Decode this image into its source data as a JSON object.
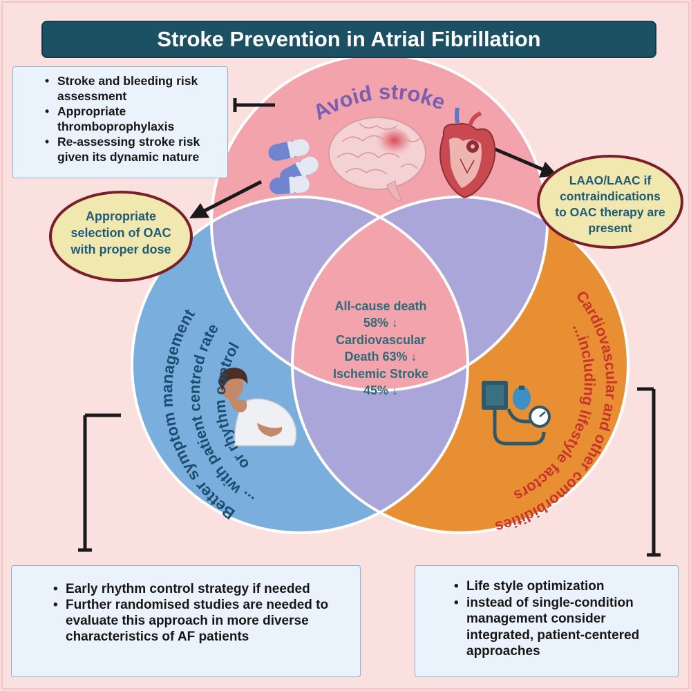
{
  "title": "Stroke Prevention in Atrial Fibrillation",
  "circles": {
    "top_label": "Avoid stroke",
    "left_label_line1": "Better symptom management",
    "left_label_line2": "... with patient centred rate",
    "left_label_line3": "or rhythm control",
    "right_label_line1": "Cardiovascular and other comorbidities",
    "right_label_line2": "...including lifestyle factors"
  },
  "center": {
    "lines": [
      "All-cause death",
      "58% ↓",
      "Cardiovascular",
      "Death 63% ↓",
      "Ischemic Stroke",
      "45% ↓"
    ]
  },
  "callouts": {
    "oac": [
      "Appropriate",
      "selection of OAC",
      "with  proper dose"
    ],
    "laao": [
      "LAAO/LAAC if",
      "contraindications",
      "to OAC therapy are",
      "present"
    ]
  },
  "boxes": {
    "top": [
      "Stroke and bleeding risk assessment",
      "Appropriate thromboprophylaxis",
      "Re-assessing stroke risk given its dynamic nature"
    ],
    "bottom_left": [
      "Early rhythm control strategy if needed",
      "Further randomised studies are needed to evaluate this approach in more diverse characteristics of AF patients"
    ],
    "bottom_right": [
      "Life style optimization",
      "instead of single-condition management consider integrated, patient-centered approaches"
    ]
  },
  "icons": [
    "capsule-icon",
    "brain-icon",
    "heart-icon",
    "patient-icon",
    "blood-pressure-monitor-icon"
  ],
  "colors": {
    "background": "#fbe0e0",
    "banner": "#1c5063",
    "top_circle": "#f2a3ac",
    "left_circle": "#7aaedd",
    "right_circle": "#e88f33",
    "overlap": "#aaa6d9",
    "center": "#f2a3ac",
    "callout_fill": "#f1e8b0",
    "callout_border": "#7a1f2a",
    "callout_text": "#1e5a78",
    "top_label_text": "#7a5fb0",
    "left_label_text": "#1c4c70",
    "right_label_text": "#c9332c",
    "center_text": "#2e6b78"
  }
}
